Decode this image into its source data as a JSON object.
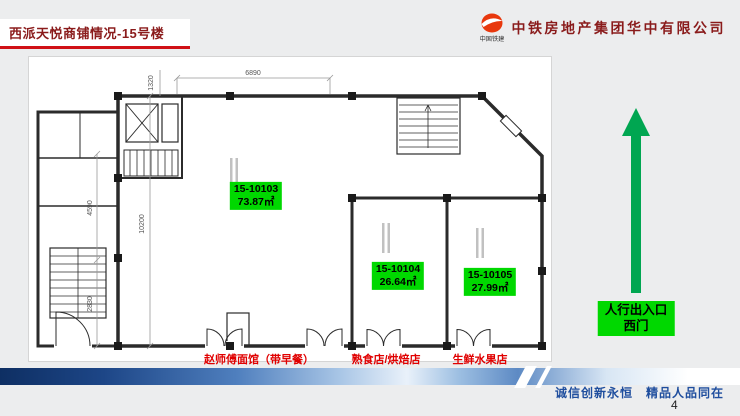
{
  "header": {
    "title": "西派天悦商铺情况-15号楼",
    "logo": {
      "name": "中国铁建",
      "company": "中铁房地产集团华中有限公司"
    }
  },
  "plan": {
    "dims": {
      "top_width": "6890",
      "top_offset": "1320",
      "hall_depth": "10200",
      "left_upper": "4590",
      "left_lower": "2830"
    },
    "units": [
      {
        "id": "15-10103",
        "area": "73.87㎡"
      },
      {
        "id": "15-10104",
        "area": "26.64㎡"
      },
      {
        "id": "15-10105",
        "area": "27.99㎡"
      }
    ],
    "shops": [
      {
        "name": "赵师傅面馆（带早餐）"
      },
      {
        "name": "熟食店/烘焙店"
      },
      {
        "name": "生鲜水果店"
      }
    ],
    "entrance": {
      "line1": "人行出入口",
      "line2": "西门"
    }
  },
  "footer": {
    "slogan": "诚信创新永恒　精品人品同在",
    "page": "4"
  },
  "colors": {
    "title_red": "#8a1b1b",
    "accent_red": "#d01016",
    "green": "#00d800",
    "arrow_green": "#00a651",
    "shop_red": "#e00000",
    "blue": "#1f4e9e"
  }
}
